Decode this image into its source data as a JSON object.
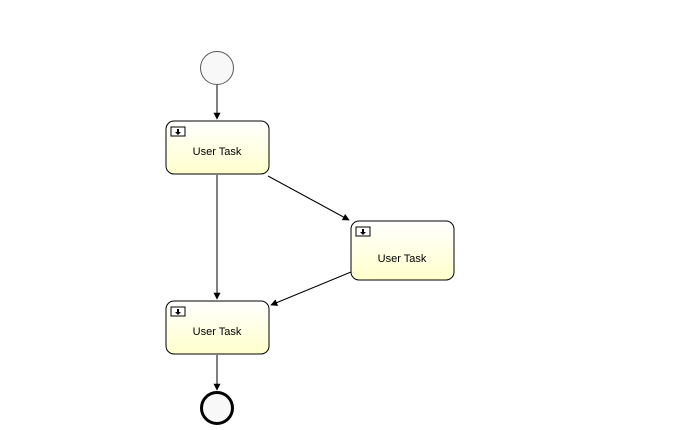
{
  "diagram": {
    "start_event": {
      "fill": "#f8f8f8",
      "stroke": "#585858"
    },
    "end_event": {
      "fill": "#f8f8f8",
      "stroke": "#000000"
    },
    "task_colors": {
      "fill_top": "#ffffff",
      "fill_bottom": "#ffffcc",
      "stroke": "#000000"
    },
    "tasks": [
      {
        "id": "task1",
        "label": "User Task",
        "icon": "user-task-icon"
      },
      {
        "id": "task2",
        "label": "User Task",
        "icon": "user-task-icon"
      },
      {
        "id": "task3",
        "label": "User Task",
        "icon": "user-task-icon"
      }
    ],
    "flows": [
      {
        "from": "start",
        "to": "task1"
      },
      {
        "from": "task1",
        "to": "task2"
      },
      {
        "from": "task1",
        "to": "task3"
      },
      {
        "from": "task2",
        "to": "task3"
      },
      {
        "from": "task3",
        "to": "end"
      }
    ]
  }
}
